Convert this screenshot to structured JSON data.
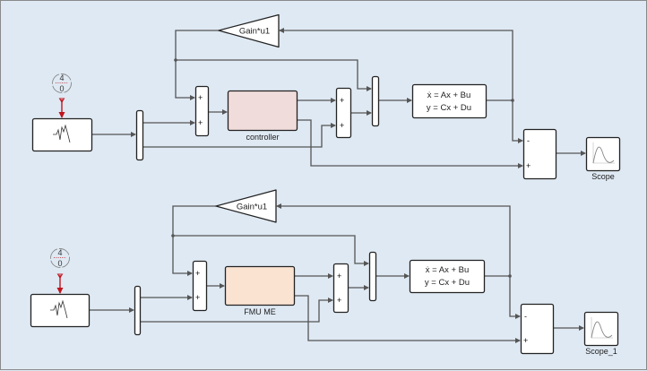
{
  "canvas": {
    "background": "#dfe9f3",
    "wire_color": "#555555",
    "trigger_color": "#c0141c"
  },
  "diagrams": [
    {
      "id": "top",
      "clock": {
        "top_value": "4",
        "bottom_value": "0"
      },
      "gain": {
        "label": "Gain*u1"
      },
      "sum1": {
        "signs": [
          "+",
          "+"
        ]
      },
      "subsystem": {
        "label": "controller",
        "fill": "#f1dcdc"
      },
      "sum2": {
        "signs": [
          "+",
          "+"
        ]
      },
      "state_space": {
        "line1": "ẋ = Ax + Bu",
        "line2": "y = Cx + Du"
      },
      "sum3": {
        "signs": [
          "-",
          "+"
        ]
      },
      "scope": {
        "label": "Scope"
      }
    },
    {
      "id": "bottom",
      "clock": {
        "top_value": "4",
        "bottom_value": "0"
      },
      "gain": {
        "label": "Gain*u1"
      },
      "sum1": {
        "signs": [
          "+",
          "+"
        ]
      },
      "subsystem": {
        "label": "FMU ME",
        "fill": "#fbe3d2"
      },
      "sum2": {
        "signs": [
          "+",
          "+"
        ]
      },
      "state_space": {
        "line1": "ẋ = Ax + Bu",
        "line2": "y = Cx + Du"
      },
      "sum3": {
        "signs": [
          "-",
          "+"
        ]
      },
      "scope": {
        "label": "Scope_1"
      }
    }
  ]
}
